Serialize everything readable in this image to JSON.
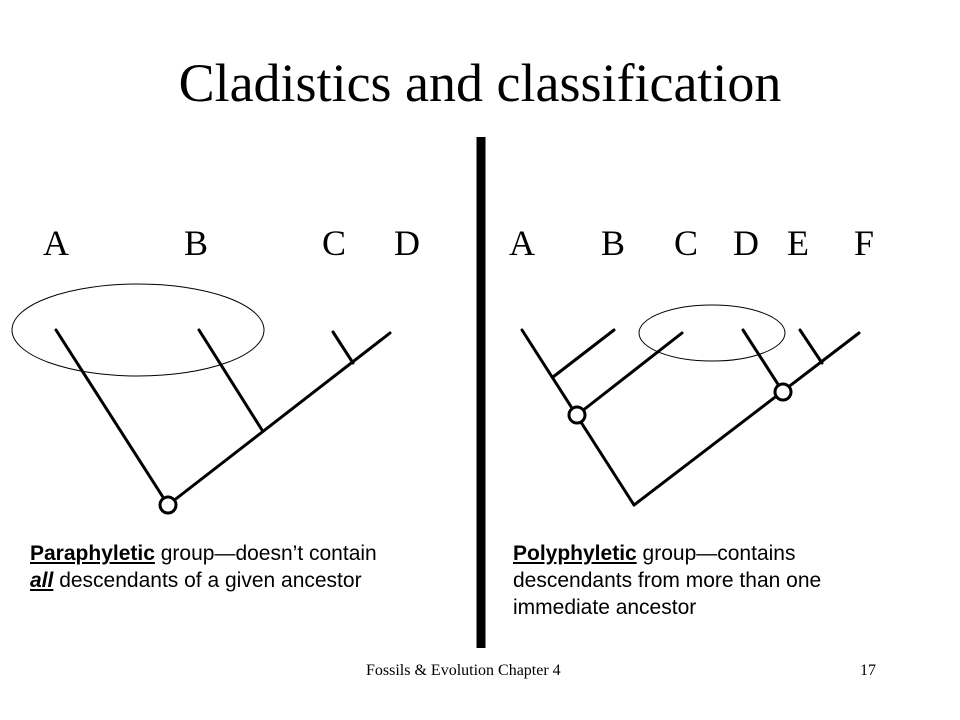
{
  "slide": {
    "title": "Cladistics and classification",
    "left_panel": {
      "taxa": [
        "A",
        "B",
        "C",
        "D"
      ],
      "caption": {
        "term": "Paraphyletic",
        "line1_rest": " group—doesn’t contain",
        "emph": "all",
        "line2_rest": " descendants of a given ancestor"
      }
    },
    "right_panel": {
      "taxa": [
        "A",
        "B",
        "C",
        "D",
        "E",
        "F"
      ],
      "caption": {
        "term": "Polyphyletic",
        "line1_rest": " group—contains",
        "line2": "descendants from more than one",
        "line3": "immediate ancestor"
      }
    },
    "footer": {
      "text": "Fossils & Evolution Chapter 4",
      "page_number": "17"
    }
  }
}
